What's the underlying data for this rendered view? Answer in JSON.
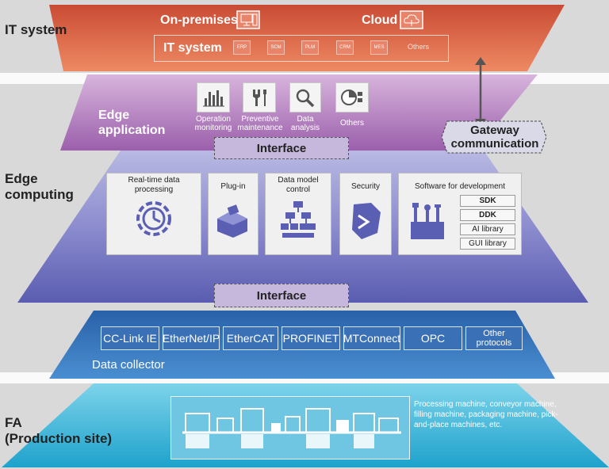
{
  "side_labels": {
    "it_system": "IT system",
    "edge_computing_line1": "Edge",
    "edge_computing_line2": "computing",
    "fa_line1": "FA",
    "fa_line2": "(Production site)"
  },
  "it_layer": {
    "on_premises": "On-premises",
    "cloud": "Cloud",
    "it_system_label": "IT system",
    "badges": [
      "ERP",
      "SCM",
      "PLM",
      "CRM",
      "MES"
    ],
    "others": "Others"
  },
  "edge_application": {
    "label_line1": "Edge",
    "label_line2": "application",
    "apps": [
      {
        "line1": "Operation",
        "line2": "monitoring"
      },
      {
        "line1": "Preventive",
        "line2": "maintenance"
      },
      {
        "line1": "Data",
        "line2": "analysis"
      },
      {
        "line1": "Others",
        "line2": ""
      }
    ]
  },
  "gateway": {
    "line1": "Gateway",
    "line2": "communication"
  },
  "interface_top": "Interface",
  "interface_bottom": "Interface",
  "edge_modules": {
    "realtime": {
      "line1": "Real-time data",
      "line2": "processing"
    },
    "plugin": "Plug-in",
    "datamodel": {
      "line1": "Data model",
      "line2": "control"
    },
    "security": "Security",
    "software": "Software for development",
    "tools": [
      "SDK",
      "DDK",
      "AI library",
      "GUI library"
    ]
  },
  "data_collector": {
    "label": "Data collector",
    "protocols": [
      "CC-Link IE",
      "EtherNet/IP",
      "EtherCAT",
      "PROFINET",
      "MTConnect",
      "OPC"
    ],
    "other_line1": "Other",
    "other_line2": "protocols"
  },
  "fa": {
    "description": "Processing machine, conveyor machine, filling machine, packaging machine, pick-and-place machines, etc."
  },
  "colors": {
    "it": "#e0704f",
    "edge_app": "#a46cb1",
    "edge_computing": "#5a5cb0",
    "data_collector": "#2f70b9",
    "fa": "#35b1d6"
  }
}
